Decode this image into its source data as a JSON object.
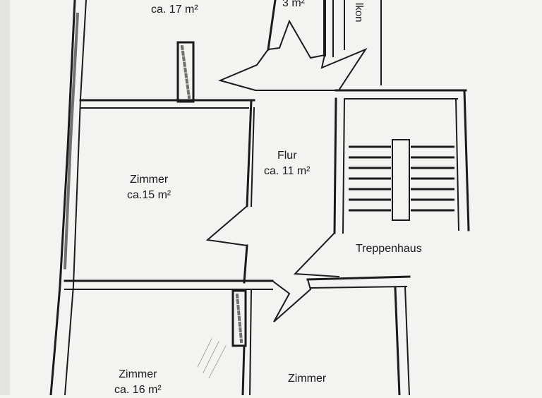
{
  "rooms": {
    "top_room": {
      "area": "ca. 17 m²"
    },
    "small_room": {
      "area": "3 m²"
    },
    "balcony": {
      "label": "lkon"
    },
    "flur": {
      "name": "Flur",
      "area": "ca. 11 m²"
    },
    "zimmer_left": {
      "name": "Zimmer",
      "area": "ca.15 m²"
    },
    "treppenhaus": {
      "name": "Treppenhaus"
    },
    "zimmer_bottom_left": {
      "name": "Zimmer",
      "area": "ca. 16 m²"
    },
    "zimmer_bottom_right": {
      "name": "Zimmer"
    }
  }
}
